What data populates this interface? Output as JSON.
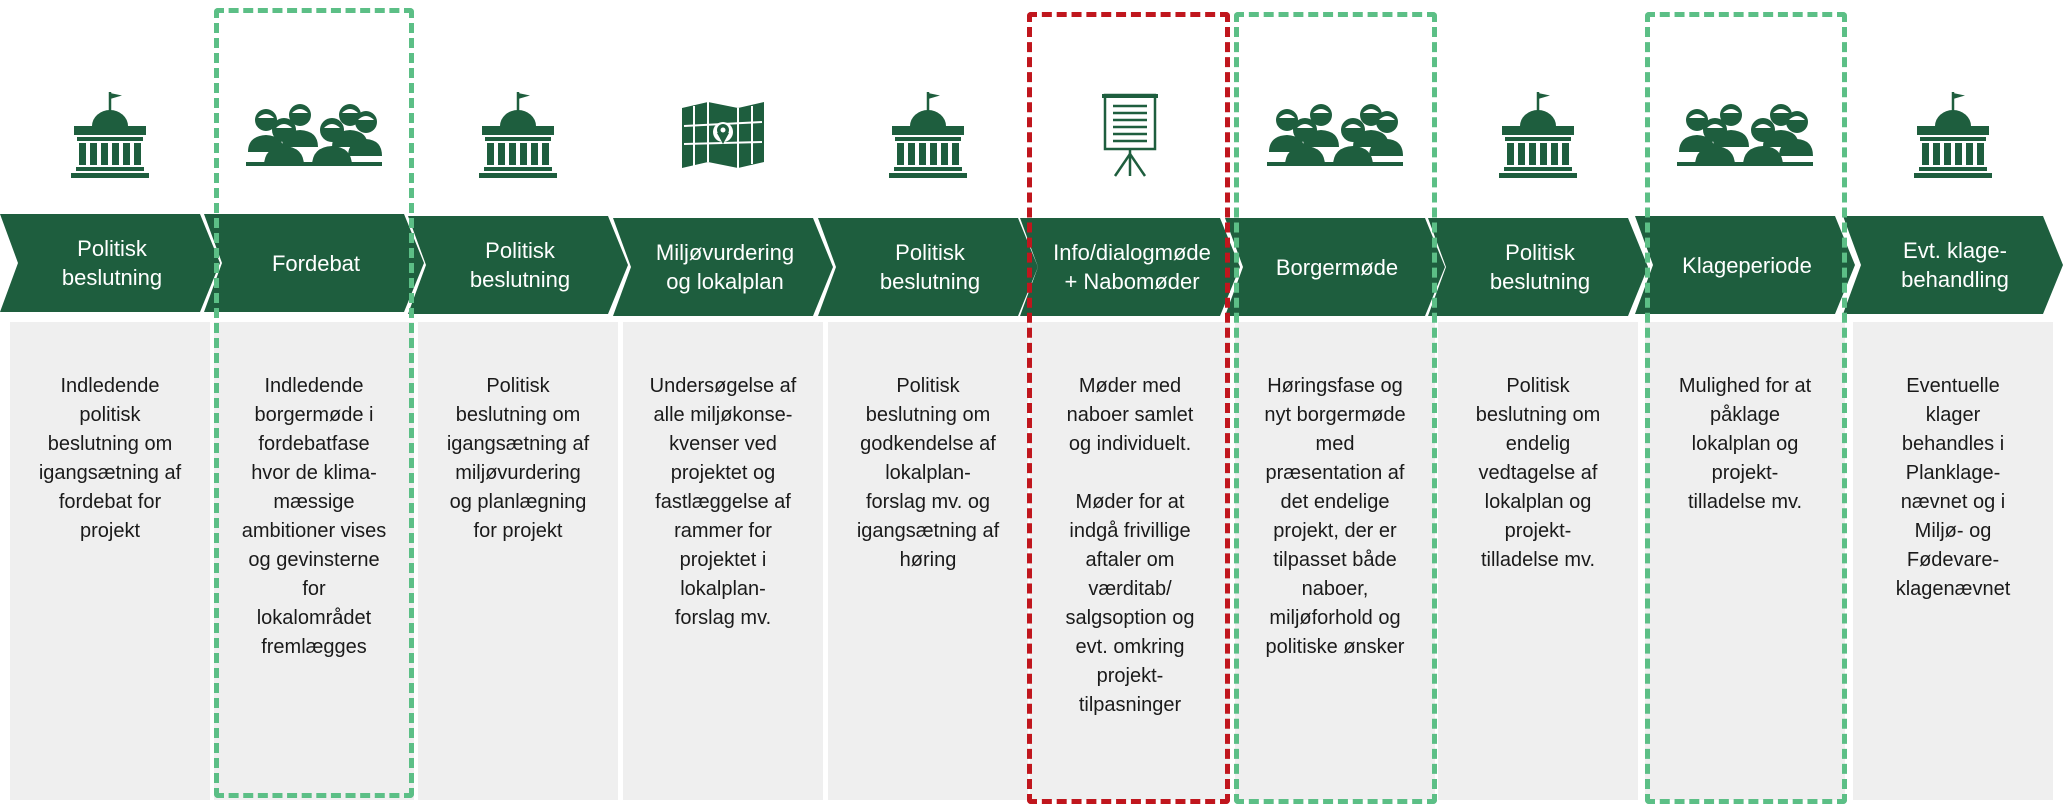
{
  "colors": {
    "green": "#1e5e3e",
    "panel": "#efefef",
    "highlight_green": "#5cbf86",
    "highlight_red": "#c0161d"
  },
  "steps": [
    {
      "icon": "city-hall-icon",
      "title": "Politisk\nbeslutning",
      "text": "Indledende\npolitisk\nbeslutning om\nigangsætning af\nfordebat for\nprojekt"
    },
    {
      "icon": "citizens-icon",
      "title": "Fordebat",
      "text": "Indledende\nborgermøde i\nfordebatfase\nhvor de klima-\nmæssige\nambitioner vises\nog gevinsterne\nfor\nlokalområdet\nfremlægges"
    },
    {
      "icon": "city-hall-icon",
      "title": "Politisk\nbeslutning",
      "text": "Politisk\nbeslutning om\nigangsætning af\nmiljøvurdering\nog planlægning\nfor projekt"
    },
    {
      "icon": "map-icon",
      "title": "Miljøvurdering\nog lokalplan",
      "text": "Undersøgelse af\nalle miljøkonse-\nkvenser ved\nprojektet og\nfastlæggelse af\nrammer for\nprojektet i\nlokalplan-\nforslag mv."
    },
    {
      "icon": "city-hall-icon",
      "title": "Politisk\nbeslutning",
      "text": "Politisk\nbeslutning om\ngodkendelse af\nlokalplan-\nforslag mv. og\nigangsætning af\nhøring"
    },
    {
      "icon": "presentation-board-icon",
      "title": "Info/dialogmøde\n+ Nabomøder",
      "text": "Møder med\nnaboer samlet\nog individuelt.\n\nMøder for at\nindgå frivillige\naftaler om\nværditab/\nsalgsoption og\nevt. omkring\nprojekt-\ntilpasninger"
    },
    {
      "icon": "citizens-icon",
      "title": "Borgermøde",
      "text": "Høringsfase og\nnyt borgermøde\nmed\npræsentation af\ndet endelige\nprojekt, der er\ntilpasset både\nnaboer,\nmiljøforhold og\npolitiske ønsker"
    },
    {
      "icon": "city-hall-icon",
      "title": "Politisk\nbeslutning",
      "text": "Politisk\nbeslutning om\nendelig\nvedtagelse af\nlokalplan og\nprojekt-\ntilladelse mv."
    },
    {
      "icon": "citizens-icon",
      "title": "Klageperiode",
      "text": "Mulighed for at\npåklage\nlokalplan og\nprojekt-\ntilladelse mv."
    },
    {
      "icon": "city-hall-icon",
      "title": "Evt. klage-\nbehandling",
      "text": "Eventuelle\nklager\nbehandles i\nPlanklage-\nnævnet og i\nMiljø- og\nFødevare-\nklagenævnet"
    }
  ]
}
